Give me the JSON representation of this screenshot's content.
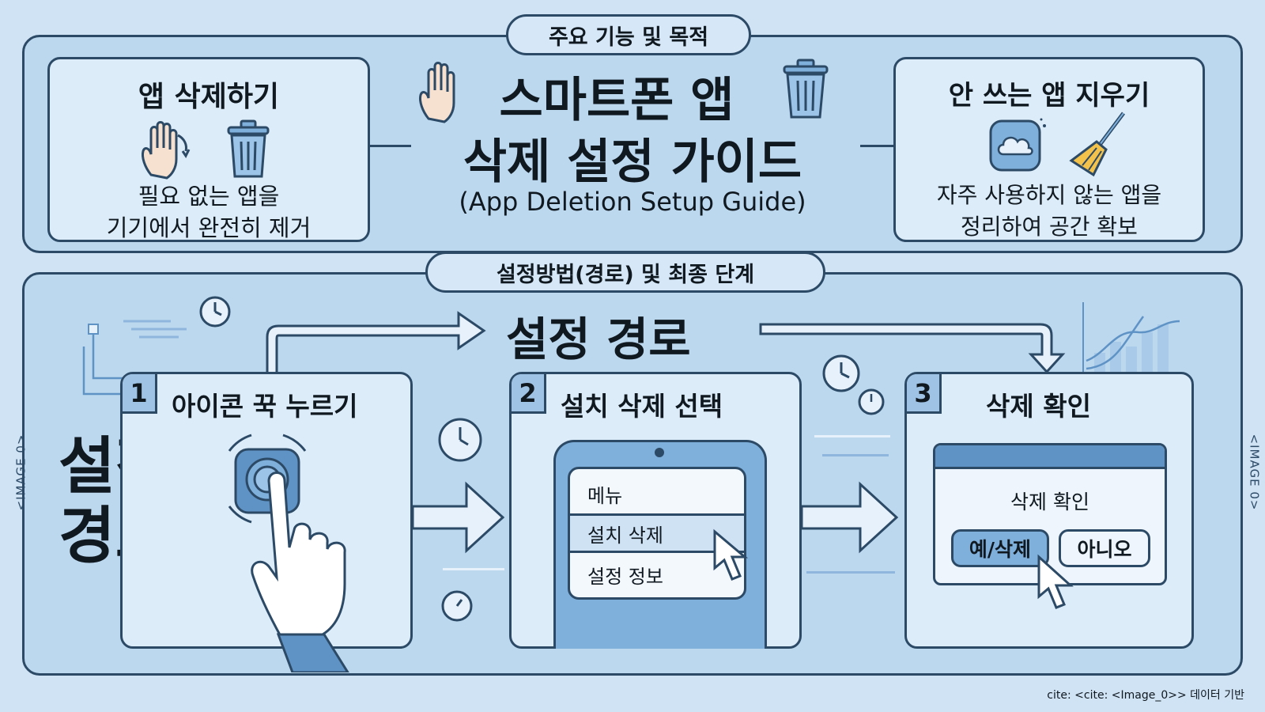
{
  "top_section": {
    "label": "주요 기능 및 목적",
    "left_card": {
      "title": "앱 삭제하기",
      "line1": "필요 없는 앱을",
      "line2": "기기에서 완전히 제거"
    },
    "center": {
      "title_line1": "스마트폰 앱",
      "title_line2": "삭제 설정 가이드",
      "subtitle": "(App Deletion Setup Guide)"
    },
    "right_card": {
      "title": "안 쓰는 앱 지우기",
      "line1": "자주 사용하지 않는 앱을",
      "line2": "정리하여 공간 확보"
    }
  },
  "bottom_section": {
    "label": "설정방법(경로) 및 최종 단계",
    "path_title": "설정 경로",
    "side_title_line1": "설정",
    "side_title_line2": "경로",
    "steps": [
      {
        "number": "1",
        "title": "아이콘 꾹 누르기"
      },
      {
        "number": "2",
        "title": "설치 삭제 선택"
      },
      {
        "number": "3",
        "title": "삭제 확인"
      }
    ],
    "menu_items": [
      "메뉴",
      "설치 삭제",
      "설정 정보"
    ],
    "dialog": {
      "title": "삭제 확인",
      "confirm": "예/삭제",
      "cancel": "아니오"
    }
  },
  "side_left_label": "<IMAGE 0>",
  "side_right_label": "<IMAGE 0>",
  "footer_cite": "cite: <cite: <Image_0>> 데이터 기반",
  "colors": {
    "background": "#cfe3f4",
    "panel": "#bcd8ef",
    "card": "#dcecf9",
    "outline": "#2c4a66",
    "accent": "#5f93c6"
  }
}
